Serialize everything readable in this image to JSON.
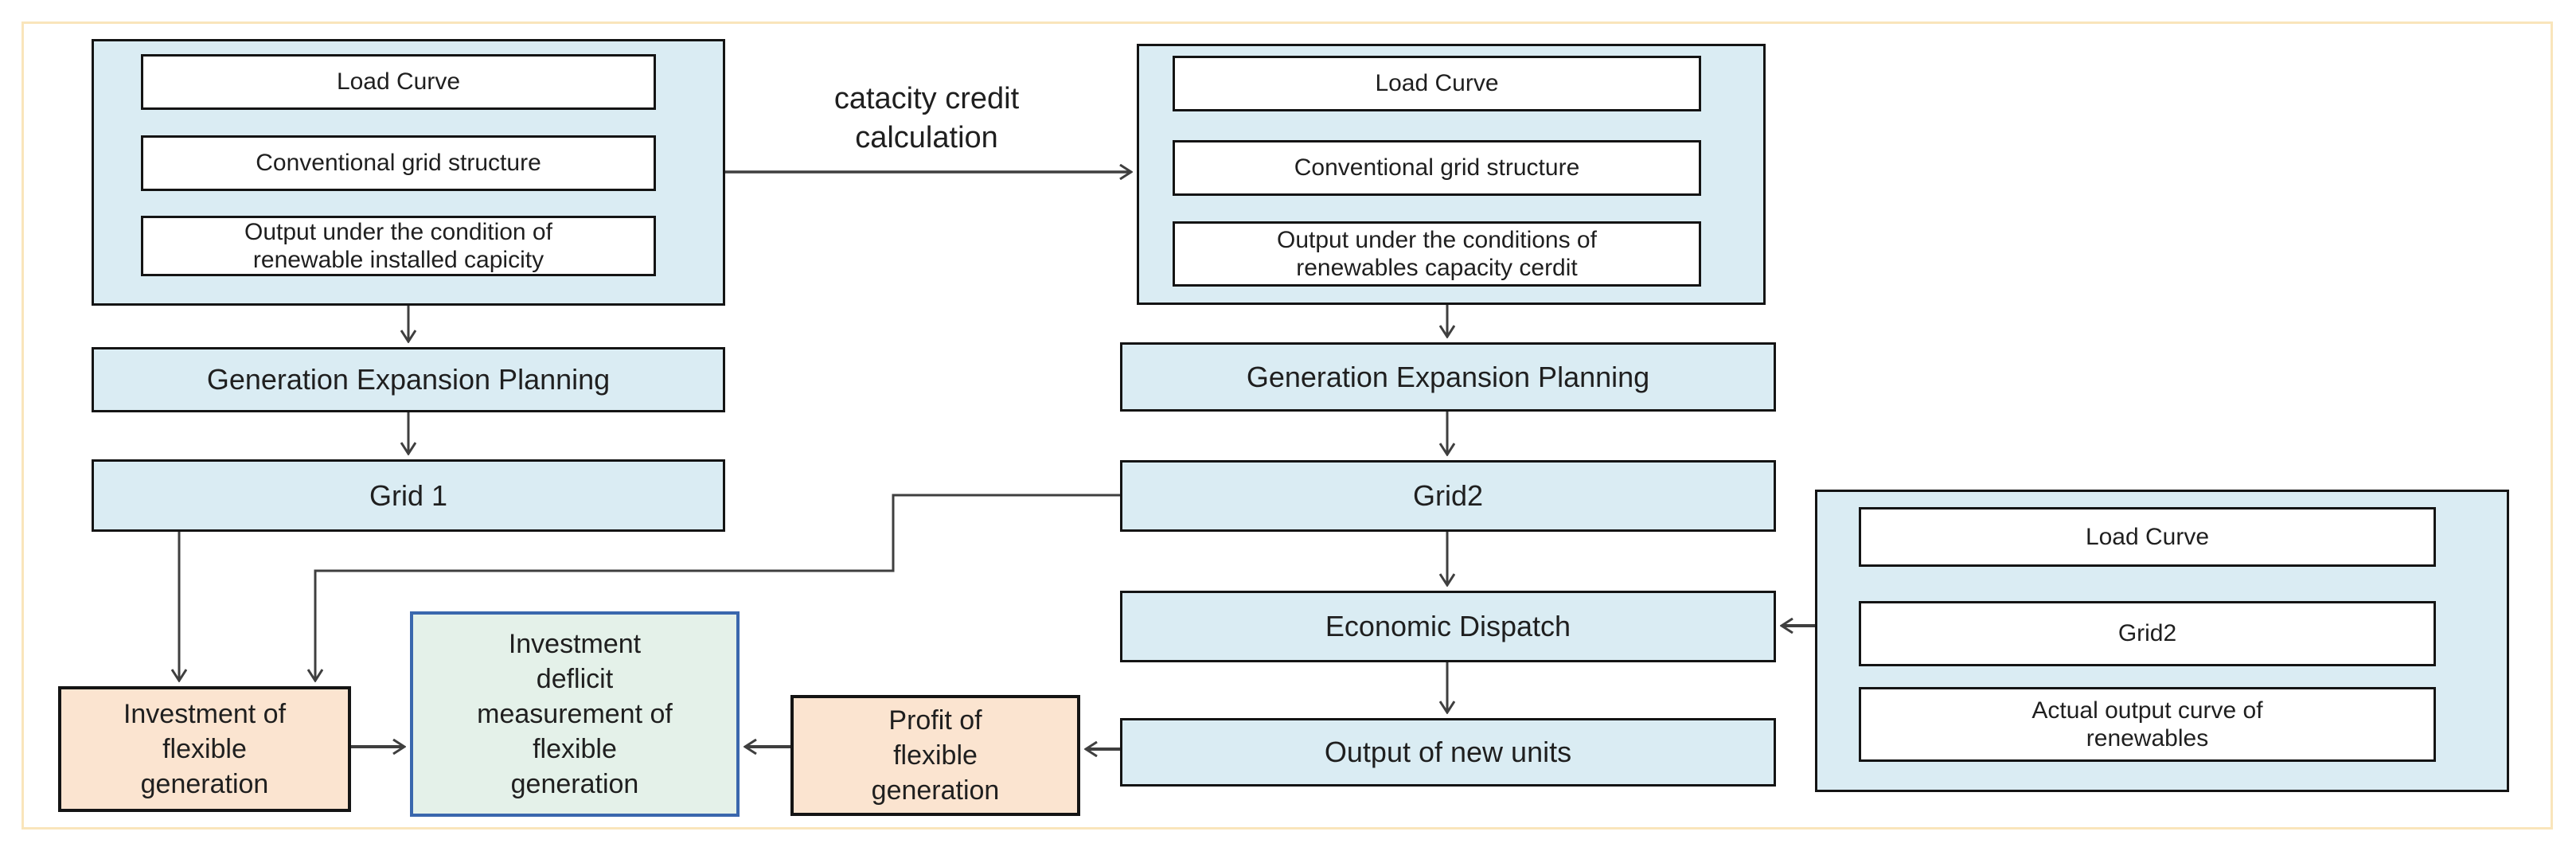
{
  "figure": {
    "frame_color": "#f9e5bb",
    "background": "#ffffff"
  },
  "colors": {
    "process_fill": "#daecf3",
    "process_border": "#141414",
    "input_fill": "#ffffff",
    "investment_fill": "#fbe4d0",
    "measurement_fill": "#e4f1e9",
    "measurement_border": "#3a67ad",
    "arrow": "#3f3f3f",
    "text": "#1f1f1f"
  },
  "top_left_group": {
    "inputs": [
      "Load Curve",
      "Conventional grid structure",
      "Output under the condition of\nrenewable installed capicity"
    ]
  },
  "top_right_group": {
    "inputs": [
      "Load Curve",
      "Conventional grid structure",
      "Output under the conditions of\nrenewables capacity cerdit"
    ]
  },
  "dispatch_input_group": {
    "inputs": [
      "Load Curve",
      "Grid2",
      "Actual output curve of\nrenewables"
    ]
  },
  "nodes": {
    "gep_left": "Generation Expansion Planning",
    "grid1": "Grid 1",
    "gep_right": "Generation Expansion Planning",
    "grid2": "Grid2",
    "economic_dispatch": "Economic Dispatch",
    "output_new_units": "Output of new units",
    "investment_flexible": "Investment of\nflexible\ngeneration",
    "deficit_measurement": "Investment\ndeflicit\nmeasurement of\nflexible\ngeneration",
    "profit_flexible": "Profit of\nflexible\ngeneration"
  },
  "edge_labels": {
    "capacity_credit": "catacity credit\ncalculation"
  }
}
